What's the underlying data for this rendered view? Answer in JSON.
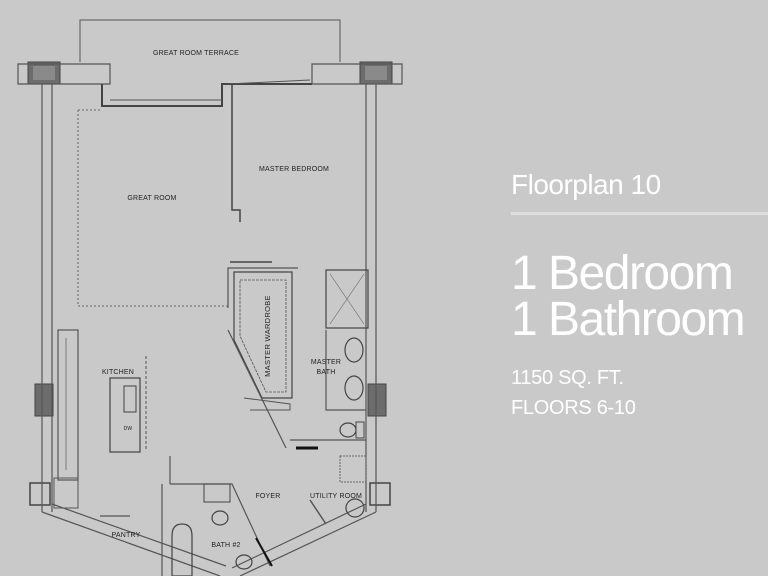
{
  "floorplan": {
    "title": "Floorplan 10",
    "bedrooms": "1 Bedroom",
    "bathrooms": "1 Bathroom",
    "area": "1150 SQ. FT.",
    "floors": "FLOORS 6-10"
  },
  "rooms": {
    "terrace": "GREAT ROOM TERRACE",
    "master_bedroom": "MASTER BEDROOM",
    "great_room": "GREAT ROOM",
    "master_wardrobe": "MASTER WARDROBE",
    "master_bath_line1": "MASTER",
    "master_bath_line2": "BATH",
    "kitchen": "KITCHEN",
    "dishwasher": "DW",
    "foyer": "FOYER",
    "utility_room": "UTILITY ROOM",
    "pantry": "PANTRY",
    "bath2": "BATH #2"
  },
  "colors": {
    "background": "#c9c9c9",
    "wall": "#555555",
    "text": "#ffffff"
  }
}
